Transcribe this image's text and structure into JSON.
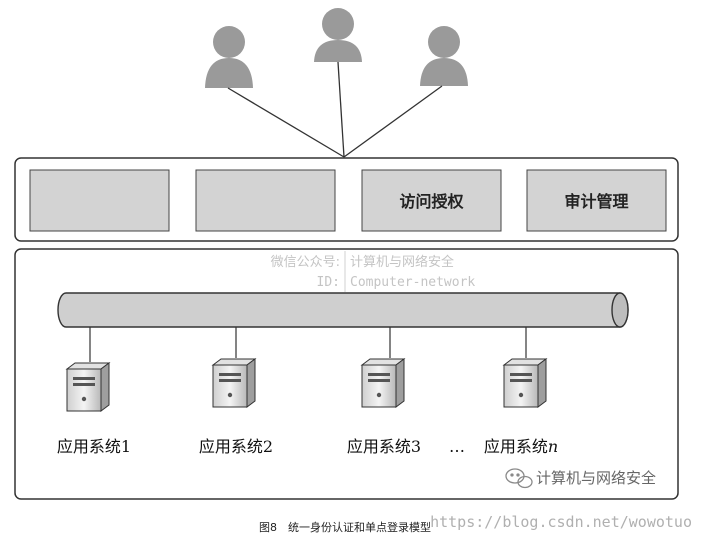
{
  "top_panel": {
    "modules": [
      {
        "label": ""
      },
      {
        "label": ""
      },
      {
        "label": "访问授权"
      },
      {
        "label": "审计管理"
      }
    ]
  },
  "watermark": {
    "line1_left": "微信公众号:",
    "line1_right": "计算机与网络安全",
    "line2_left": "ID:",
    "line2_right": "Computer-network"
  },
  "apps": [
    {
      "label": "应用系统1",
      "name": "应用系统",
      "suffix": "1"
    },
    {
      "label": "应用系统2",
      "name": "应用系统",
      "suffix": "2"
    },
    {
      "label": "应用系统3",
      "name": "应用系统",
      "suffix": "3"
    },
    {
      "label": "应用系统n",
      "name": "应用系统",
      "suffix": "n"
    }
  ],
  "ellipsis": "…",
  "wechat_badge": "计算机与网络安全",
  "caption": "图8　统一身份认证和单点登录模型",
  "url_watermark": "https://blog.csdn.net/wowotuo",
  "colors": {
    "panel_fill": "#d3d3d3",
    "bus_fill": "#cfcfcf",
    "user_fill": "#9a9a9a",
    "stroke": "#333333"
  },
  "icons": {
    "users": "person-icon",
    "servers": "server-icon",
    "badge": "wechat-icon"
  }
}
